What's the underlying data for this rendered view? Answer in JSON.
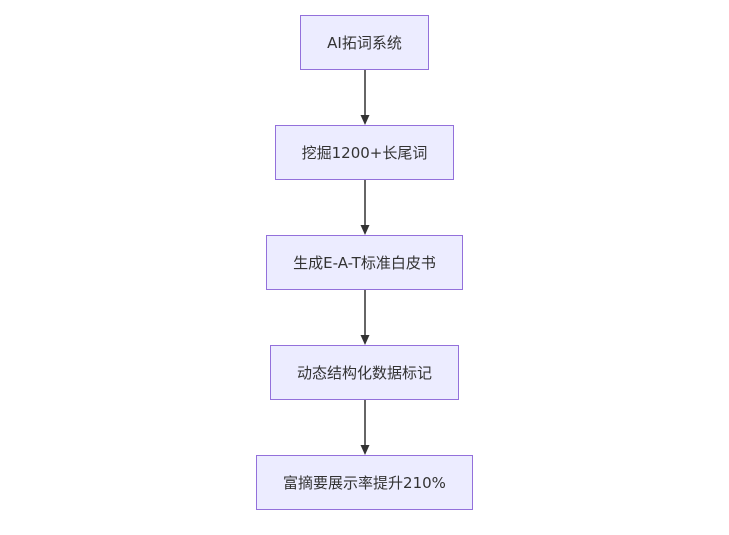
{
  "diagram": {
    "type": "flowchart",
    "direction": "top-down",
    "nodes": [
      {
        "id": "A",
        "label": "AI拓词系统"
      },
      {
        "id": "B",
        "label": "挖掘1200+长尾词"
      },
      {
        "id": "C",
        "label": "生成E-A-T标准白皮书"
      },
      {
        "id": "D",
        "label": "动态结构化数据标记"
      },
      {
        "id": "E",
        "label": "富摘要展示率提升210%"
      }
    ],
    "edges": [
      {
        "from": "A",
        "to": "B"
      },
      {
        "from": "B",
        "to": "C"
      },
      {
        "from": "C",
        "to": "D"
      },
      {
        "from": "D",
        "to": "E"
      }
    ],
    "colors": {
      "background": "#ffffff",
      "node_fill": "#ECECFF",
      "node_border": "#9370DB",
      "arrow": "#333333",
      "text": "#333333"
    }
  }
}
